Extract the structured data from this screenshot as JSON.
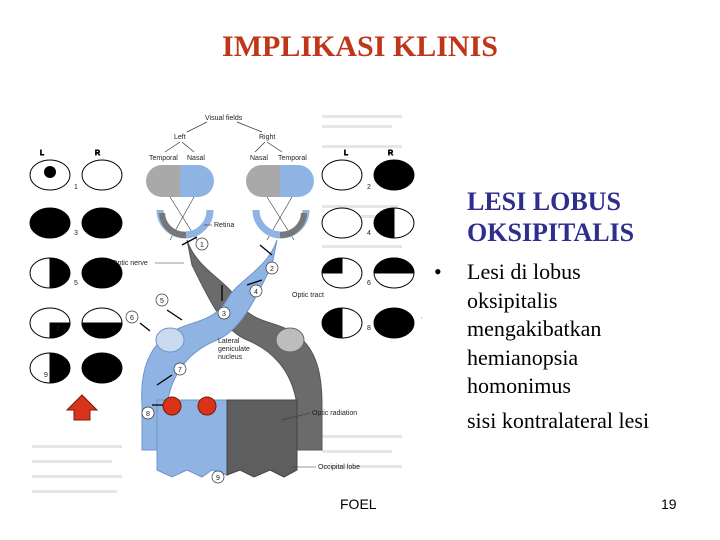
{
  "slide": {
    "title": "IMPLIKASI KLINIS",
    "subheading_lines": [
      "LESI LOBUS",
      "OKSIPITALIS"
    ],
    "bullet_lines": [
      "Lesi di lobus",
      "oksipitalis",
      "mengakibatkan",
      "hemianopsia",
      "homonimus"
    ],
    "continuation": "sisi kontralateral lesi",
    "footer_center": "FOEL",
    "page_number": "19"
  },
  "figure": {
    "labels": {
      "visual_fields": "Visual fields",
      "left": "Left",
      "right": "Right",
      "temporal_left": "Temporal",
      "nasal_left": "Nasal",
      "nasal_right": "Nasal",
      "temporal_right": "Temporal",
      "retina": "Retina",
      "optic_nerve": "Optic nerve",
      "optic_tract": "Optic tract",
      "lgn_line1": "Lateral",
      "lgn_line2": "geniculate",
      "lgn_line3": "nucleus",
      "optic_radiation": "Optic radiation",
      "occipital_lobe": "Occipital lobe",
      "eye_L": "L",
      "eye_R": "R",
      "eye_L2": "L",
      "eye_R2": "R"
    },
    "lesion_numbers": [
      "1",
      "2",
      "3",
      "4",
      "5",
      "6",
      "7",
      "8",
      "9"
    ],
    "colors": {
      "title": "#c0361a",
      "subhead": "#2e2e8c",
      "light_pathway": "#8fb4e3",
      "dark_pathway": "#5a5a5a",
      "lesion_marker": "#d9341a"
    }
  }
}
